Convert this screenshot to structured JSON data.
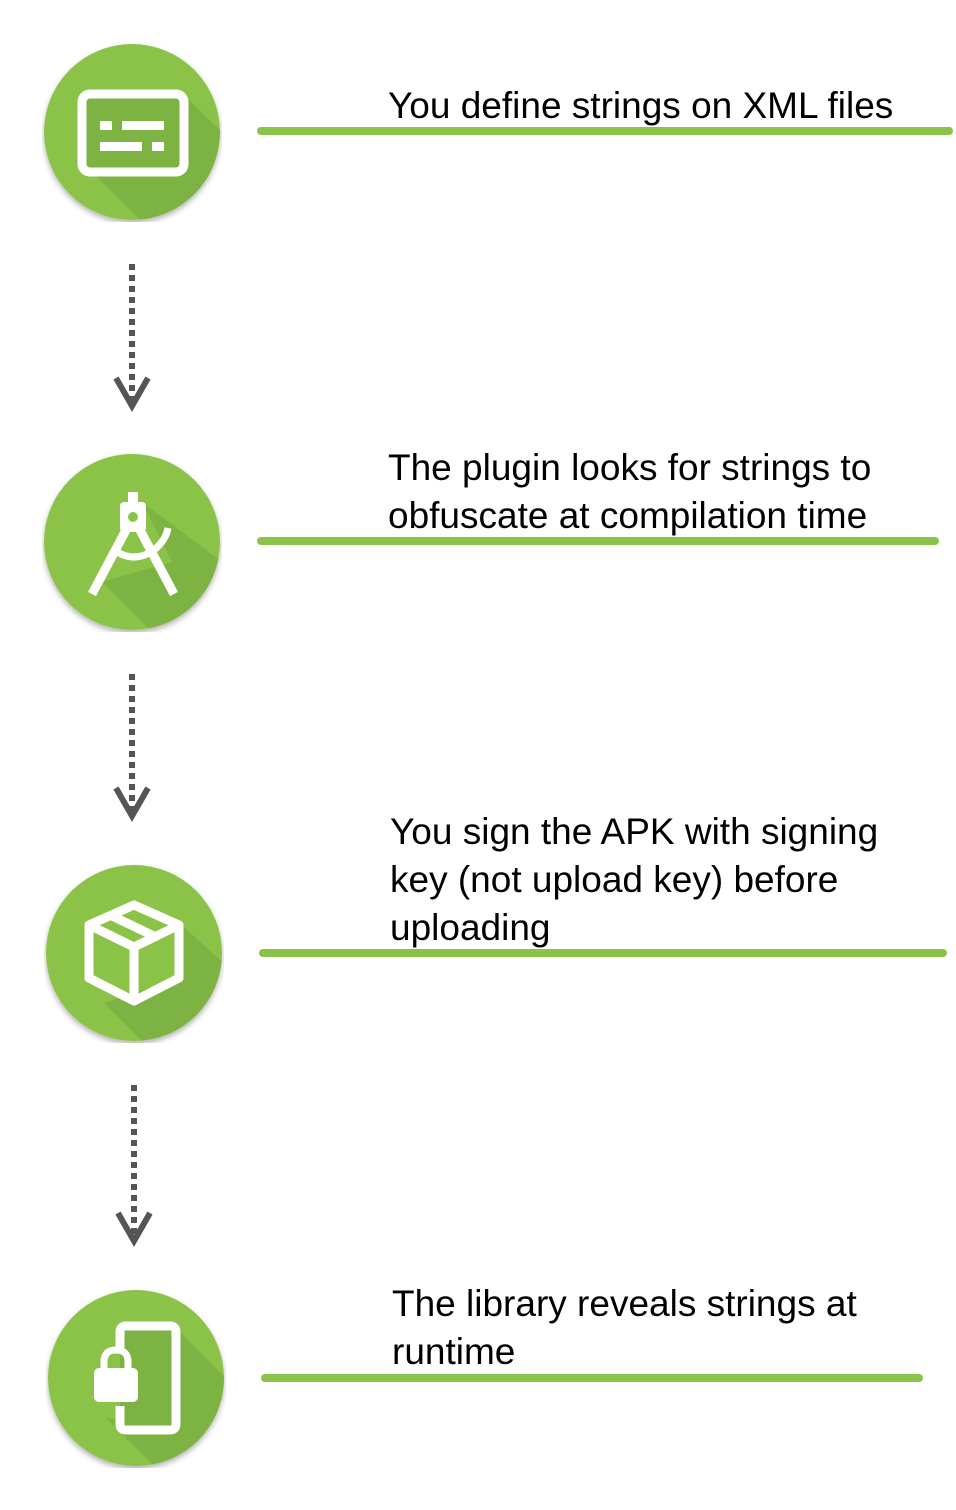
{
  "colors": {
    "accent": "#8bc34a",
    "accent_dark": "#7cb342",
    "arrow": "#555555"
  },
  "steps": [
    {
      "icon": "xml-strings-icon",
      "lines": [
        "You define strings on XML files"
      ]
    },
    {
      "icon": "compass-tool-icon",
      "lines": [
        "The plugin looks for strings to",
        "obfuscate at compilation time"
      ]
    },
    {
      "icon": "package-box-icon",
      "lines": [
        "You sign the APK with signing",
        "key (not upload key) before",
        "uploading"
      ]
    },
    {
      "icon": "phone-lock-icon",
      "lines": [
        "The library reveals strings at",
        "runtime"
      ]
    }
  ]
}
